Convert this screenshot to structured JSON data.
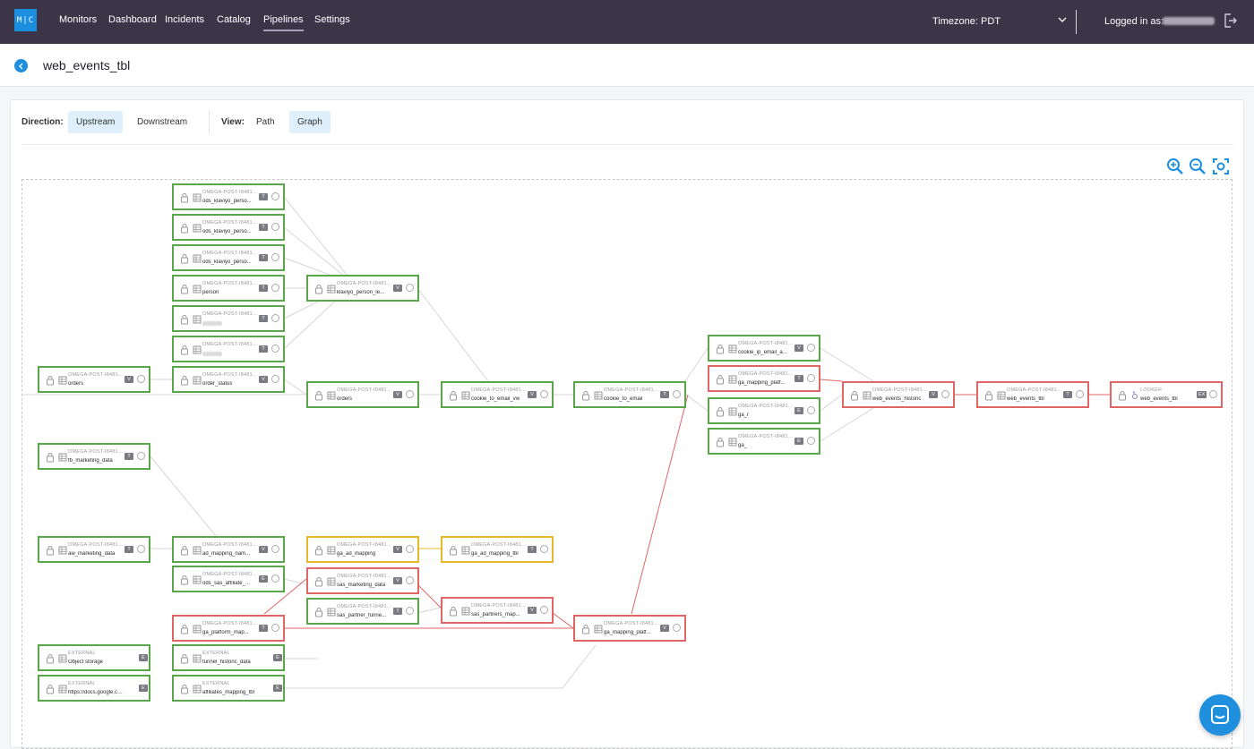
{
  "nav": {
    "logo": "M|C",
    "items": [
      "Monitors",
      "Dashboard",
      "Incidents",
      "Catalog",
      "Pipelines",
      "Settings"
    ],
    "active": "Pipelines",
    "timezone": "Timezone: PDT",
    "logged_in_label": "Logged in as:"
  },
  "page": {
    "title": "web_events_tbl"
  },
  "controls": {
    "direction_label": "Direction:",
    "upstream": "Upstream",
    "downstream": "Downstream",
    "view_label": "View:",
    "path": "Path",
    "graph": "Graph"
  },
  "colors": {
    "ok": "#5aa64b",
    "incident": "#e06666",
    "warning": "#e8b82a",
    "accent": "#1d8fdf"
  },
  "lineage": {
    "nodes": [
      {
        "id": "n1",
        "type": "OMEGA-POST-I8481...",
        "name": "ods_klaviyo_perso...",
        "badge": "T",
        "status": "ok"
      },
      {
        "id": "n2",
        "type": "OMEGA-POST-I8481...",
        "name": "ods_klaviyo_perso...",
        "badge": "T",
        "status": "ok"
      },
      {
        "id": "n3",
        "type": "OMEGA-POST-I8481...",
        "name": "ods_klaviyo_perso...",
        "badge": "T",
        "status": "ok"
      },
      {
        "id": "n4",
        "type": "OMEGA-POST-I8481...",
        "name": "person",
        "badge": "T",
        "status": "ok"
      },
      {
        "id": "n5",
        "type": "OMEGA-POST-I8481...",
        "name": "",
        "badge": "T",
        "status": "ok"
      },
      {
        "id": "n6",
        "type": "OMEGA-POST-I8481...",
        "name": "",
        "badge": "T",
        "status": "ok"
      },
      {
        "id": "n7",
        "type": "OMEGA-POST-I8481...",
        "name": "order_status",
        "badge": "V",
        "status": "ok"
      },
      {
        "id": "n8",
        "type": "OMEGA-POST-I8481...",
        "name": "orders",
        "badge": "V",
        "status": "ok"
      },
      {
        "id": "n9",
        "type": "OMEGA-POST-I8481...",
        "name": "klaviyo_person_le...",
        "badge": "V",
        "status": "ok"
      },
      {
        "id": "n10",
        "type": "OMEGA-POST-I8481...",
        "name": "orders",
        "badge": "V",
        "status": "ok"
      },
      {
        "id": "n11",
        "type": "OMEGA-POST-I8481...",
        "name": "cookie_to_email_vw",
        "badge": "V",
        "status": "ok"
      },
      {
        "id": "n12",
        "type": "OMEGA-POST-I8481...",
        "name": "cookie_to_email",
        "badge": "T",
        "status": "ok"
      },
      {
        "id": "n13",
        "type": "OMEGA-POST-I8481...",
        "name": "cookie_ip_email_a...",
        "badge": "V",
        "status": "ok"
      },
      {
        "id": "n14",
        "type": "OMEGA-POST-I8481...",
        "name": "ga_mapping_platf...",
        "badge": "T",
        "status": "incident"
      },
      {
        "id": "n15",
        "type": "OMEGA-POST-I8481...",
        "name": "ga_r",
        "badge": "E",
        "status": "ok"
      },
      {
        "id": "n16",
        "type": "OMEGA-POST-I8481...",
        "name": "ga_",
        "badge": "E",
        "status": "ok"
      },
      {
        "id": "n17",
        "type": "OMEGA-POST-I8481...",
        "name": "web_events_historic",
        "badge": "V",
        "status": "incident"
      },
      {
        "id": "n18",
        "type": "OMEGA-POST-I8481...",
        "name": "web_events_tbl",
        "badge": "T",
        "status": "incident"
      },
      {
        "id": "n19",
        "type": "LOOKER",
        "name": "web_events_tbl",
        "badge": "EX",
        "status": "incident"
      },
      {
        "id": "n20",
        "type": "OMEGA-POST-I8481...",
        "name": "fb_marketing_data",
        "badge": "T",
        "status": "ok"
      },
      {
        "id": "n21",
        "type": "OMEGA-POST-I8481...",
        "name": "aw_marketing_data",
        "badge": "T",
        "status": "ok"
      },
      {
        "id": "n22",
        "type": "OMEGA-POST-I8481...",
        "name": "ad_mapping_nam...",
        "badge": "V",
        "status": "ok"
      },
      {
        "id": "n23",
        "type": "OMEGA-POST-I8481...",
        "name": "ods_sas_affiliate_...",
        "badge": "E",
        "status": "ok"
      },
      {
        "id": "n24",
        "type": "OMEGA-POST-I8481...",
        "name": "ga_platform_map...",
        "badge": "T",
        "status": "incident"
      },
      {
        "id": "n25",
        "type": "OMEGA-POST-I8481...",
        "name": "ga_ad_mapping",
        "badge": "V",
        "status": "warning"
      },
      {
        "id": "n26",
        "type": "OMEGA-POST-I8481...",
        "name": "sas_marketing_data",
        "badge": "V",
        "status": "incident"
      },
      {
        "id": "n27",
        "type": "OMEGA-POST-I8481...",
        "name": "sas_partner_funne...",
        "badge": "T",
        "status": "ok"
      },
      {
        "id": "n28",
        "type": "OMEGA-POST-I8481...",
        "name": "ga_ad_mapping_tbl",
        "badge": "T",
        "status": "warning"
      },
      {
        "id": "n29",
        "type": "OMEGA-POST-I8481...",
        "name": "sas_partners_map...",
        "badge": "V",
        "status": "incident"
      },
      {
        "id": "n30",
        "type": "OMEGA-POST-I8481...",
        "name": "ga_mapping_platf...",
        "badge": "V",
        "status": "incident"
      },
      {
        "id": "n31",
        "type": "EXTERNAL",
        "name": "Object storage",
        "badge": "E",
        "status": "ok"
      },
      {
        "id": "n32",
        "type": "EXTERNAL",
        "name": "https://docs.google.com...",
        "badge": "E",
        "status": "ok"
      },
      {
        "id": "n33",
        "type": "EXTERNAL",
        "name": "funnel_historic_data",
        "badge": "E",
        "status": "ok"
      },
      {
        "id": "n34",
        "type": "EXTERNAL",
        "name": "affiliates_mapping_tbl",
        "badge": "E",
        "status": "ok"
      }
    ]
  }
}
